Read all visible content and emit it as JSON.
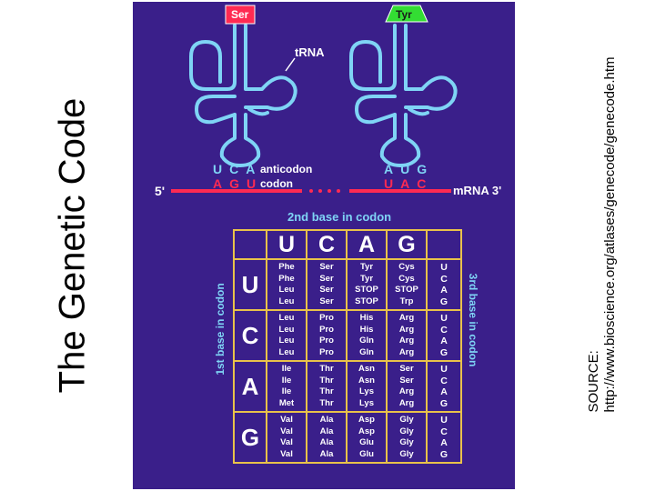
{
  "slide": {
    "title": "The Genetic Code",
    "source_line1": "SOURCE:",
    "source_line2": "http://www.bioscience.org/atlases/genecode/genecode.htm"
  },
  "figure": {
    "colors": {
      "background": "#3a1f8a",
      "trna": "#7fd4f5",
      "mrna": "#ff2a52",
      "grid": "#e9c24a"
    },
    "left_trna": {
      "amino_acid": "Ser",
      "tag_color": "#ff2a52",
      "anticodon": [
        "U",
        "C",
        "A"
      ],
      "codon": [
        "A",
        "G",
        "U"
      ]
    },
    "right_trna": {
      "amino_acid": "Tyr",
      "tag_color": "#33dd33",
      "anticodon": [
        "A",
        "U",
        "G"
      ],
      "codon": [
        "U",
        "A",
        "C"
      ]
    },
    "trna_label": "tRNA",
    "anticodon_label": "anticodon",
    "codon_label": "codon",
    "five_prime": "5'",
    "mrna_label": "mRNA 3'",
    "second_base_label": "2nd base in codon",
    "first_base_label": "1st base in codon",
    "third_base_label": "3rd base in codon",
    "second_bases": [
      "U",
      "C",
      "A",
      "G"
    ],
    "rows": [
      {
        "first": "U",
        "cells": [
          [
            "Phe",
            "Phe",
            "Leu",
            "Leu"
          ],
          [
            "Ser",
            "Ser",
            "Ser",
            "Ser"
          ],
          [
            "Tyr",
            "Tyr",
            "STOP",
            "STOP"
          ],
          [
            "Cys",
            "Cys",
            "STOP",
            "Trp"
          ]
        ],
        "third": [
          "U",
          "C",
          "A",
          "G"
        ]
      },
      {
        "first": "C",
        "cells": [
          [
            "Leu",
            "Leu",
            "Leu",
            "Leu"
          ],
          [
            "Pro",
            "Pro",
            "Pro",
            "Pro"
          ],
          [
            "His",
            "His",
            "Gln",
            "Gln"
          ],
          [
            "Arg",
            "Arg",
            "Arg",
            "Arg"
          ]
        ],
        "third": [
          "U",
          "C",
          "A",
          "G"
        ]
      },
      {
        "first": "A",
        "cells": [
          [
            "Ile",
            "Ile",
            "Ile",
            "Met"
          ],
          [
            "Thr",
            "Thr",
            "Thr",
            "Thr"
          ],
          [
            "Asn",
            "Asn",
            "Lys",
            "Lys"
          ],
          [
            "Ser",
            "Ser",
            "Arg",
            "Arg"
          ]
        ],
        "third": [
          "U",
          "C",
          "A",
          "G"
        ]
      },
      {
        "first": "G",
        "cells": [
          [
            "Val",
            "Val",
            "Val",
            "Val"
          ],
          [
            "Ala",
            "Ala",
            "Ala",
            "Ala"
          ],
          [
            "Asp",
            "Asp",
            "Glu",
            "Glu"
          ],
          [
            "Gly",
            "Gly",
            "Gly",
            "Gly"
          ]
        ],
        "third": [
          "U",
          "C",
          "A",
          "G"
        ]
      }
    ]
  }
}
